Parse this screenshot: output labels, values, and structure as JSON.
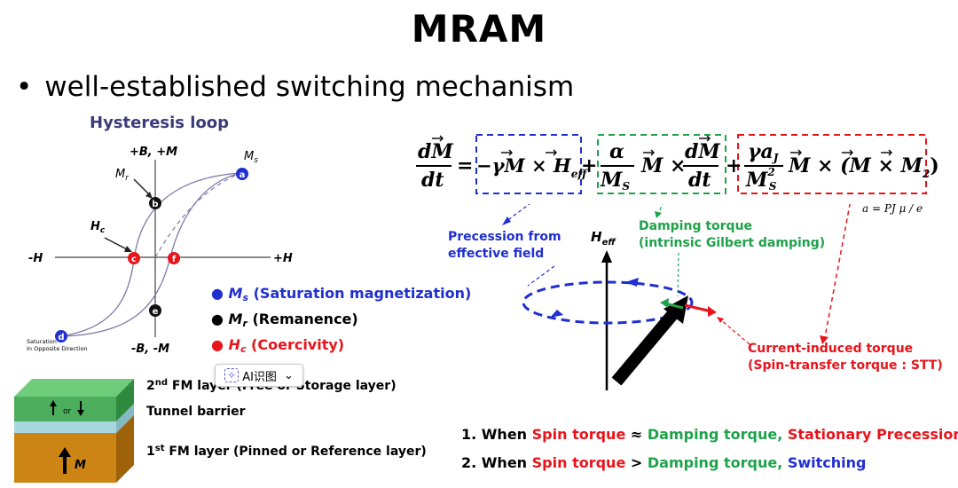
{
  "title": "MRAM",
  "bullet": "well-established switching mechanism",
  "hysteresis": {
    "title": "Hysteresis loop",
    "axis_pos_y": "+B, +M",
    "axis_neg_y": "-B, -M",
    "axis_pos_x": "+H",
    "axis_neg_x": "-H",
    "ms": "M",
    "ms_sub": "s",
    "mr": "M",
    "mr_sub": "r",
    "hc": "H",
    "hc_sub": "c",
    "saturation_note_1": "Saturation",
    "saturation_note_2": "In Opposite Direction",
    "points": [
      "a",
      "b",
      "c",
      "d",
      "e",
      "f"
    ]
  },
  "legend": [
    {
      "dot_color": "#1f2fd0",
      "sym": "M",
      "sub": "s",
      "text": "(Saturation magnetization)",
      "text_color": "#1f2fd0"
    },
    {
      "dot_color": "#000000",
      "sym": "M",
      "sub": "r",
      "text": "(Remanence)",
      "text_color": "#000000"
    },
    {
      "dot_color": "#e8141b",
      "sym": "H",
      "sub": "c",
      "text": "(Coercivity)",
      "text_color": "#e8141b"
    }
  ],
  "ai_button": {
    "label": "AI识图",
    "chevron": "⌄"
  },
  "layers": {
    "free_label_ord": "2",
    "free_label_sup": "nd",
    "free_label": "FM layer (Free or Storage layer)",
    "barrier_label": "Tunnel barrier",
    "pinned_label_ord": "1",
    "pinned_label_sup": "st",
    "pinned_label": "FM layer (Pinned or Reference layer)",
    "free_arrows": "or",
    "pinned_M": "M"
  },
  "equation": {
    "lhs_num": "dM",
    "lhs_den": "dt",
    "eq": "=",
    "term1": "−γM × H",
    "term1_sub": "eff",
    "plus": "+",
    "t2_frac_num": "α",
    "t2_frac_den": "M",
    "t2_frac_den_sub": "S",
    "t2_mid": "M ×",
    "t2_frac2_num": "dM",
    "t2_frac2_den": "dt",
    "t3_frac_num": "γa",
    "t3_frac_num_sub": "J",
    "t3_frac_den": "M",
    "t3_frac_den_sup": "2",
    "t3_frac_den_sub": "S",
    "t3_tail": "M × (M × M",
    "t3_tail_sub": "2",
    "t3_close": ")",
    "aj_def": "a  = PJ μ  / e",
    "aj_sub": "J"
  },
  "annotations": {
    "precession": "Precession from effective field",
    "precession_1": "Precession from",
    "precession_2": "effective field",
    "damping_1": "Damping torque",
    "damping_2": "(intrinsic Gilbert damping)",
    "heff": "H",
    "heff_sub": "eff",
    "stt_1": "Current-induced torque",
    "stt_2": "(Spin-transfer torque : STT)"
  },
  "conditions": [
    {
      "num": "1. When",
      "a": "Spin torque",
      "op": "≈",
      "b": "Damping torque,",
      "c": "Stationary Precession"
    },
    {
      "num": "2. When",
      "a": "Spin torque",
      "op": ">",
      "b": "Damping torque,",
      "c": "Switching"
    }
  ],
  "colors": {
    "blue": "#1f2fd0",
    "green": "#1ea24a",
    "red": "#e8141b",
    "loop": "#7a7aa8"
  }
}
